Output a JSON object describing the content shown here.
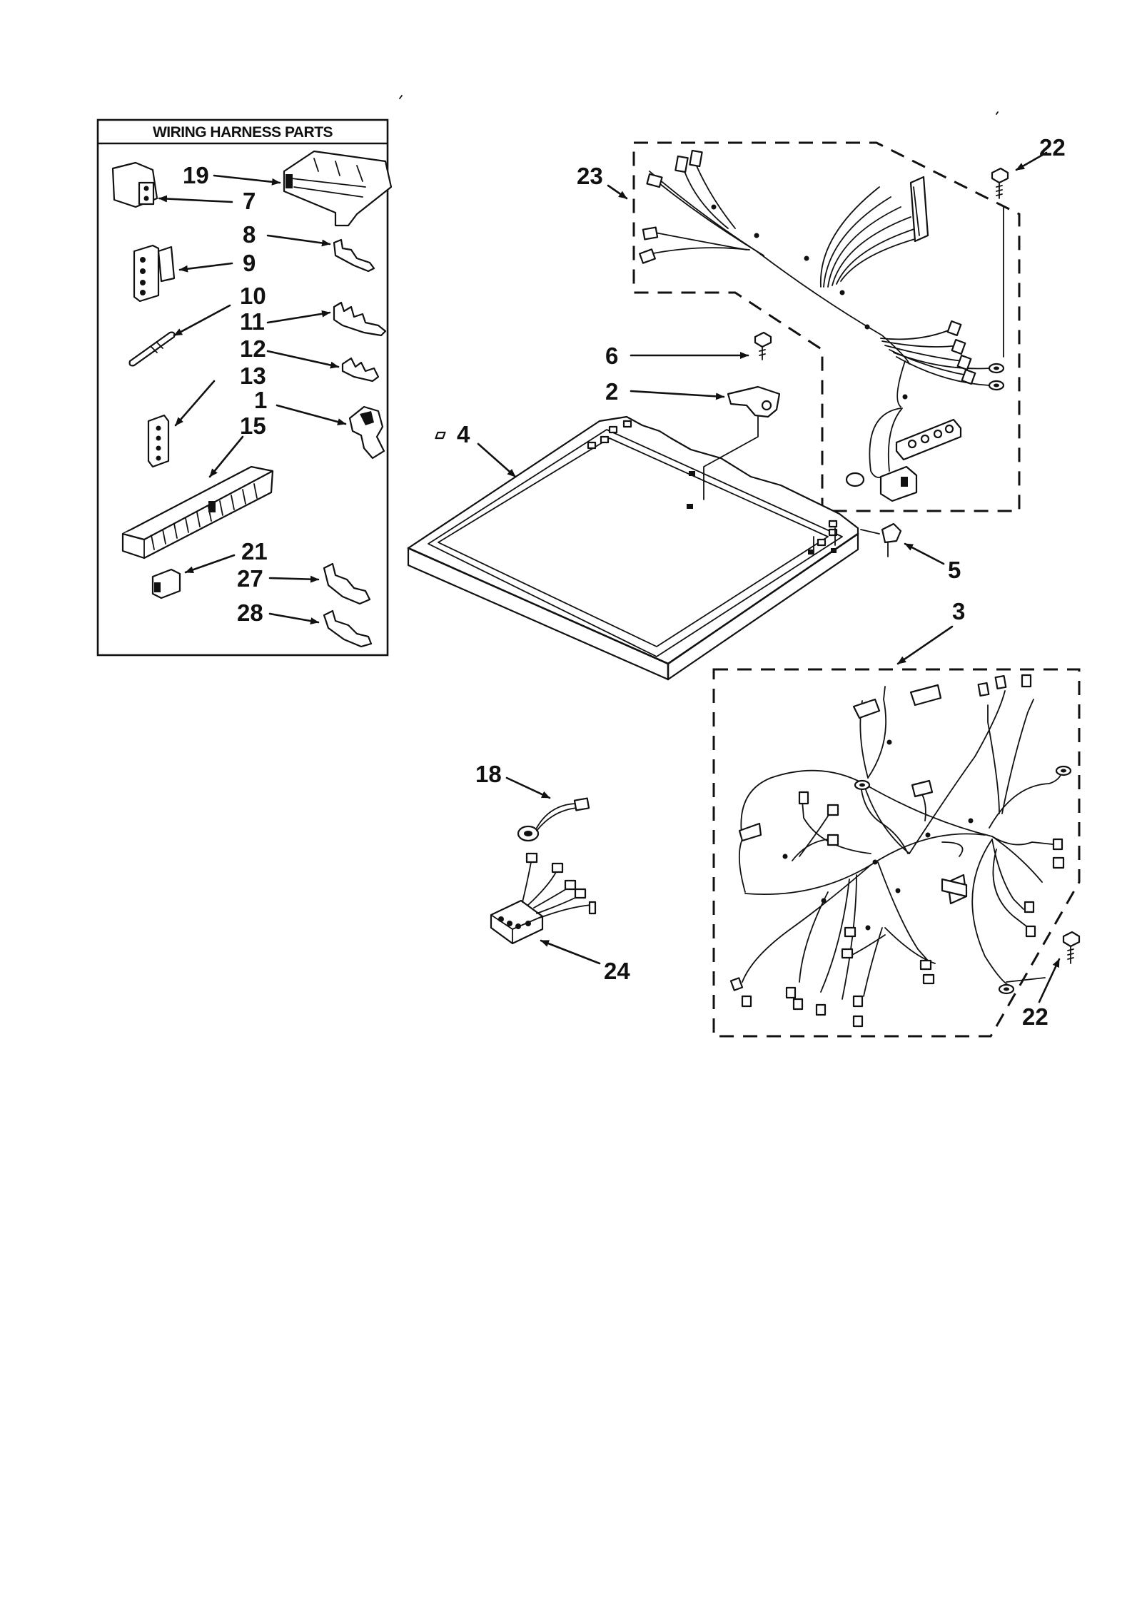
{
  "panel": {
    "title": "WIRING HARNESS PARTS"
  },
  "labels": {
    "p19": "19",
    "p7": "7",
    "p8": "8",
    "p9": "9",
    "p10": "10",
    "p11": "11",
    "p12": "12",
    "p13": "13",
    "p1": "1",
    "p15": "15",
    "p21": "21",
    "p27": "27",
    "p28": "28",
    "p23": "23",
    "p22_top": "22",
    "p6": "6",
    "p2": "2",
    "p4": "4",
    "p5": "5",
    "p3": "3",
    "p18": "18",
    "p24": "24",
    "p22_bottom": "22"
  }
}
